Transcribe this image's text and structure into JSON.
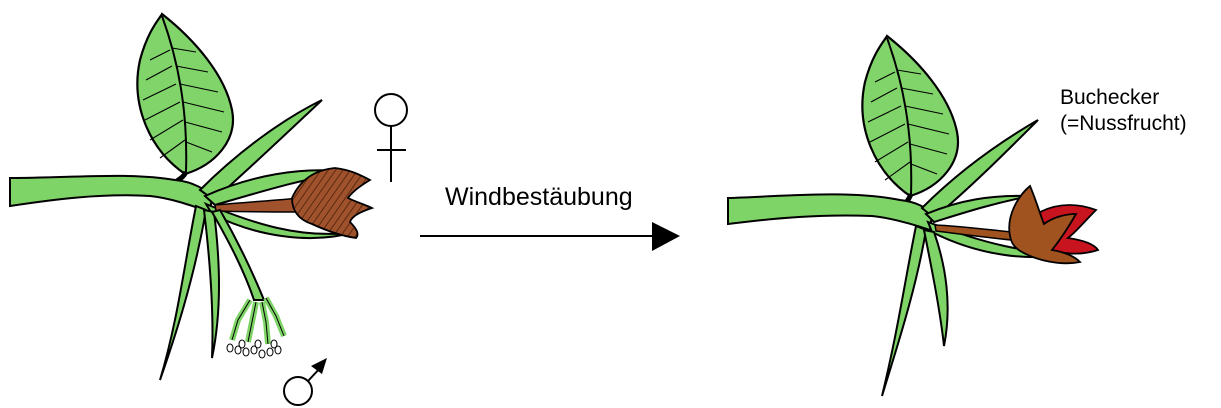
{
  "process_label": "Windbestäubung",
  "fruit_label_line1": "Buchecker",
  "fruit_label_line2": "(=Nussfrucht)",
  "female_symbol_name": "female-symbol-icon",
  "male_symbol_name": "male-symbol-icon",
  "colors": {
    "leaf_fill": "#80d46a",
    "stem_fill": "#7ed466",
    "outline": "#000000",
    "flower_brown": "#a0522d",
    "nut_brown": "#a0521f",
    "nut_red": "#c8141e"
  }
}
